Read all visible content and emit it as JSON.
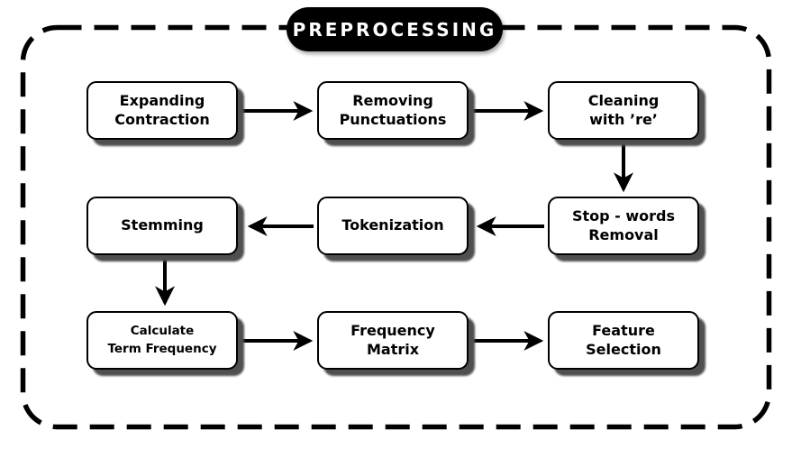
{
  "diagram": {
    "title": "PREPROCESSING",
    "boxes": [
      {
        "id": "expanding-contraction",
        "label": "Expanding\nContraction"
      },
      {
        "id": "removing-punctuations",
        "label": "Removing\nPunctuations"
      },
      {
        "id": "cleaning-with-re",
        "label": "Cleaning\nwith ’re’"
      },
      {
        "id": "stop-words-removal",
        "label": "Stop - words\nRemoval"
      },
      {
        "id": "tokenization",
        "label": "Tokenization"
      },
      {
        "id": "stemming",
        "label": "Stemming"
      },
      {
        "id": "calculate-term-frequency",
        "label": "Calculate\nTerm Frequency"
      },
      {
        "id": "frequency-matrix",
        "label": "Frequency\nMatrix"
      },
      {
        "id": "feature-selection",
        "label": "Feature\nSelection"
      }
    ],
    "edges": [
      {
        "from": "Expanding Contraction",
        "to": "Removing Punctuations",
        "direction": "right"
      },
      {
        "from": "Removing Punctuations",
        "to": "Cleaning with ’re’",
        "direction": "right"
      },
      {
        "from": "Cleaning with ’re’",
        "to": "Stop - words Removal",
        "direction": "down"
      },
      {
        "from": "Stop - words Removal",
        "to": "Tokenization",
        "direction": "left"
      },
      {
        "from": "Tokenization",
        "to": "Stemming",
        "direction": "left"
      },
      {
        "from": "Stemming",
        "to": "Calculate Term Frequency",
        "direction": "down"
      },
      {
        "from": "Calculate Term Frequency",
        "to": "Frequency Matrix",
        "direction": "right"
      },
      {
        "from": "Frequency Matrix",
        "to": "Feature Selection",
        "direction": "right"
      }
    ],
    "colors": {
      "background": "#ffffff",
      "box_fill": "#ffffff",
      "box_border": "#000000",
      "box_shadow": "#4f4f4f",
      "arrow": "#000000",
      "dashed_border": "#000000",
      "title_background": "#000000",
      "title_text": "#ffffff"
    }
  }
}
